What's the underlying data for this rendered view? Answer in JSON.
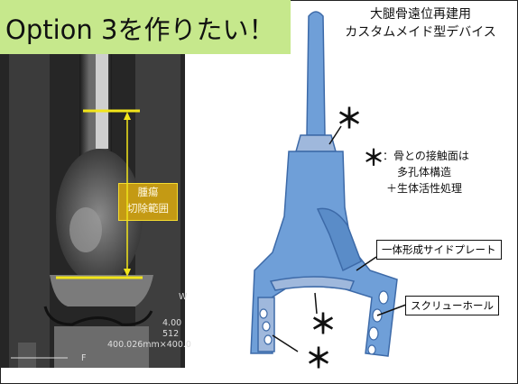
{
  "title": "Option 3を作りたい！",
  "device_title": [
    "大腿骨遠位再建用",
    "カスタムメイド型デバイス"
  ],
  "tumor_label": [
    "腫瘍",
    "切除範囲"
  ],
  "legend": {
    "symbol": "＊",
    "line1": "：骨との接触面は",
    "line2": "多孔体構造",
    "line3": "＋生体活性処理"
  },
  "callouts": {
    "side_plate": "一体形成サイドプレート",
    "screw_hole": "スクリューホール"
  },
  "stars": [
    "＊",
    "＊",
    "＊"
  ],
  "mri_overlay": {
    "w": "W",
    "l1": "4.00",
    "l2": "512",
    "l3": "400.026mm×400.0",
    "f": "F"
  },
  "colors": {
    "title_bg": "#c6e88c",
    "device_fill": "#6f9fd8",
    "device_stroke": "#3d6aa8",
    "tumor_bg": "#c49a14",
    "marker_yellow": "#f2e51a"
  }
}
